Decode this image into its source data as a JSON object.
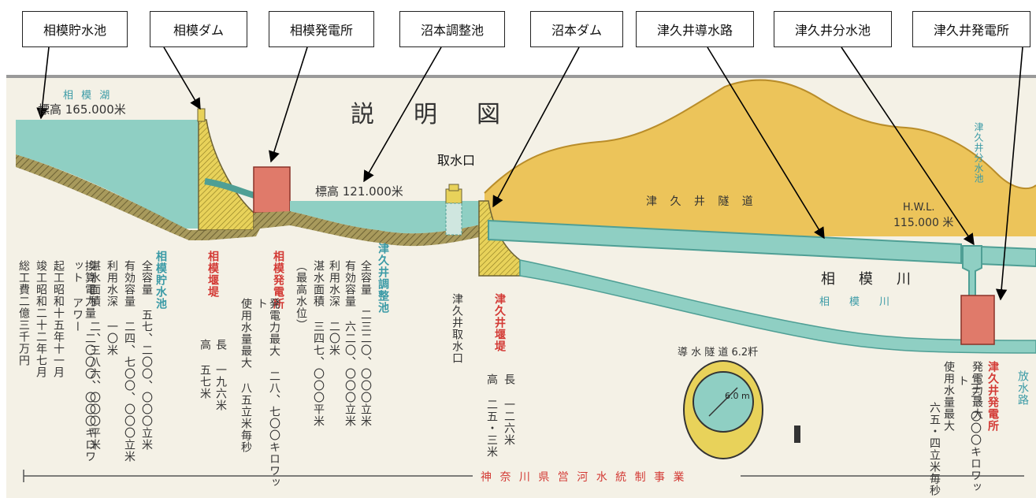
{
  "labels": {
    "sagami_reservoir": "相模貯水池",
    "sagami_dam": "相模ダム",
    "sagami_power": "相模発電所",
    "numamoto_pond": "沼本調整池",
    "numamoto_dam": "沼本ダム",
    "tsukui_waterway": "津久井導水路",
    "tsukui_tank": "津久井分水池",
    "tsukui_power": "津久井発電所"
  },
  "map": {
    "title": "説　明　図",
    "lake_name": "相 模 湖",
    "lake_level": "標高 165.000米",
    "pond_level": "標高 121.000米",
    "intake_label": "取水口",
    "tunnel_label": "津 久 井 隧 道",
    "hwl": "H.W.L.",
    "hwl_value": "115.000 米",
    "tank_vertical": "津久井分水池",
    "river_big": "相　模　川",
    "river_small": "相　模　川",
    "conduit_label": "導 水 隧 道 6.2粁",
    "tunnel_dim": "6.0 m",
    "footer": "神 奈 川 県 営 河 水 統 制 事 業"
  },
  "columns": {
    "c1": "総工費二億三千万円",
    "c2": "竣工昭和二十二年七月",
    "c3": "起工昭和十五年十一月",
    "c4": "換算電力量 二〇〇〇、〇〇〇キロワット アワー",
    "c5": "湛水面積 二、三八六、〇〇〇平米",
    "c6": "利用水深 一〇米",
    "c7": "有効容量 二四、七〇〇、〇〇〇立米",
    "c8": "全容量 五七、二〇〇、〇〇〇立米",
    "c9": "相模貯水池",
    "c10": "相模堰堤",
    "c11": "高 五七米",
    "c12": "長 一九六米",
    "c13": "相模発電所",
    "c14": "使用水量最大 八五立米毎秒",
    "c15": "発電力最大 二八、七〇〇キロワット",
    "c16": "（最高水位）",
    "c17": "湛水面積 三四七、〇〇〇平米",
    "c18": "利用水深 二〇米",
    "c19": "有効容量 六二〇、〇〇〇立米",
    "c20": "全容量 二三二〇、〇〇〇立米",
    "c21": "津久井調整池",
    "c22": "津久井取水口",
    "c23": "津久井堰堤",
    "c24": "高 二五・三米",
    "c25": "長 一二六米",
    "c26": "六五・四立米毎秒",
    "c27": "使用水量最大",
    "c28": "二三、〇〇〇キロワット",
    "c29": "発電力最大",
    "c30": "津久井発電所",
    "c31": "放水路"
  },
  "colors": {
    "water": "#8fcfc3",
    "water_dark": "#4f9f95",
    "ground": "#a89a5c",
    "hill": "#ecc45a",
    "dam": "#e8d25a",
    "power": "#e07a6a",
    "paper": "#f4f1e6"
  }
}
